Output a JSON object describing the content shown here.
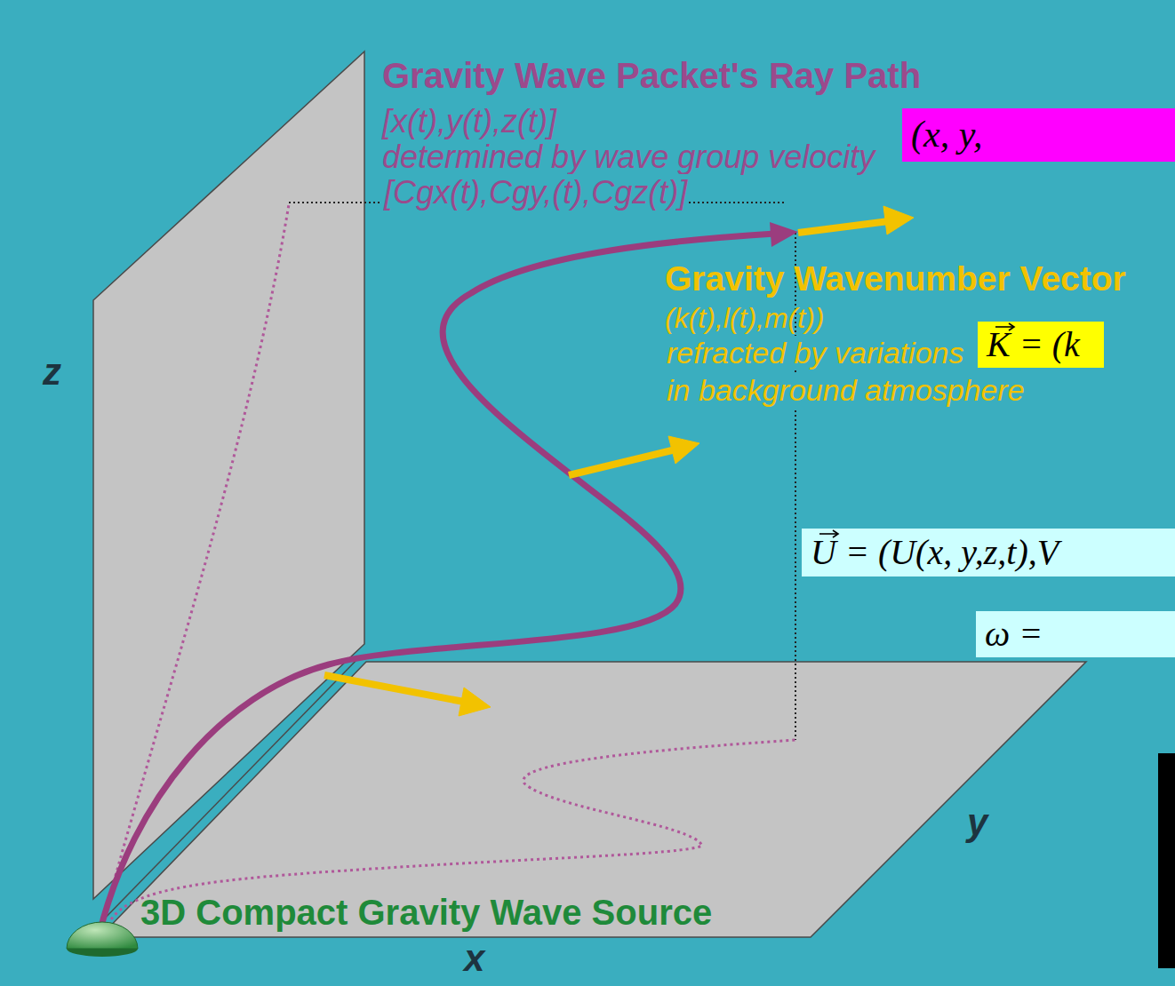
{
  "diagram": {
    "nodes": [
      {
        "text": [
          "(x, y,"
        ]
      },
      {
        "text": [
          "K = (k"
        ]
      },
      {
        "text": [
          "U = (U(x, y,z,t),V"
        ]
      },
      {
        "text": [
          "ω ="
        ]
      }
    ],
    "labels": [
      "Gravity Wave Packet's Ray Path",
      "[x(t),y(t),z(t)]",
      "determined by wave group velocity",
      "[Cgx(t),Cgy,(t),Cgz(t)]",
      "Gravity Wavenumber Vector",
      "(k(t),l(t),m(t))",
      "refracted by variations",
      "in background atmosphere",
      "3D Compact Gravity Wave Source",
      "z",
      "y",
      "x"
    ]
  }
}
